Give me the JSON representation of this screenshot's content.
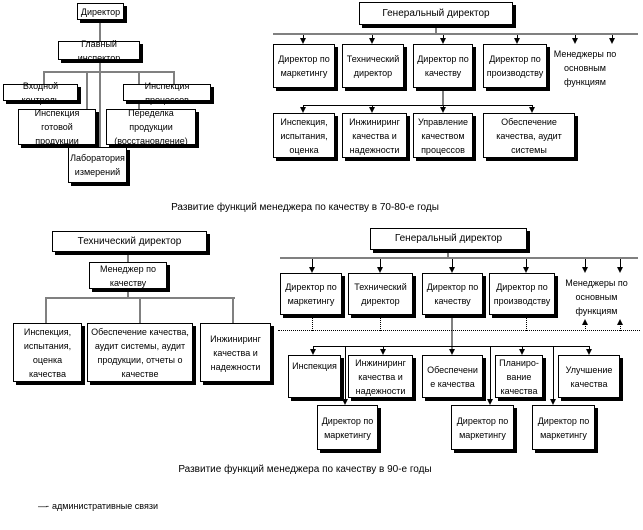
{
  "figure1": {
    "caption": "Развитие функций менеджера по качеству в 70-80-е годы",
    "left": {
      "director": "Директор",
      "chief_inspector": "Главный инспектор",
      "incoming_control": "Входной контроль",
      "process_inspection": "Инспекция процессов",
      "finished_goods_inspection": "Инспекция готовой\nпродукции",
      "rework": "Переделка продукции\n(восстановление)",
      "measurement_lab": "Лаборатория\nизмерений"
    },
    "right": {
      "general_director": "Генеральный директор",
      "marketing_director": "Директор по\nмаркетингу",
      "technical_director": "Технический\nдиректор",
      "quality_director": "Директор по\nкачеству",
      "production_director": "Директор по\nпроизводству",
      "function_managers": "Менеджеры по\nосновным\nфункциям",
      "inspection_testing": "Инспекция,\nиспытания,\nоценка",
      "quality_engineering": "Инжиниринг\nкачества и\nнадежности",
      "process_quality_mgmt": "Управление\nкачеством\nпроцессов",
      "quality_assurance_audit": "Обеспечение\nкачества, аудит\nсистемы"
    }
  },
  "figure2": {
    "caption": "Развитие функций менеджера по качеству в 90-е годы",
    "left": {
      "technical_director": "Технический директор",
      "quality_manager": "Менеджер по\nкачеству",
      "inspection_testing": "Инспекция,\nиспытания,\nоценка\nкачества",
      "assurance_audits_reports": "Обеспечение качества,\nаудит системы, аудит\nпродукции, отчеты о\nкачестве",
      "quality_engineering": "Инжиниринг\nкачества и\nнадежности"
    },
    "right": {
      "general_director": "Генеральный директор",
      "marketing_director": "Директор по\nмаркетингу",
      "technical_director": "Технический\nдиректор",
      "quality_director": "Директор по\nкачеству",
      "production_director": "Директор по\nпроизводству",
      "function_managers": "Менеджеры по\nосновным\nфункциям",
      "inspection": "Инспекция",
      "quality_engineering": "Инжиниринг\nкачества и\nнадежности",
      "quality_assurance": "Обеспечени\nе качества",
      "quality_planning": "Планиро-\nвание\nкачества",
      "quality_improvement": "Улучшение\nкачества",
      "marketing_director_sub1": "Директор по\nмаркетингу",
      "marketing_director_sub2": "Директор по\nмаркетингу",
      "marketing_director_sub3": "Директор по\nмаркетингу"
    }
  },
  "legend": {
    "dash": "—-",
    "label": "административные связи"
  },
  "colors": {
    "background": "#ffffff",
    "box_border": "#000000",
    "box_shadow": "#000000",
    "connector_gray": "#808080",
    "connector_black": "#000000",
    "text": "#000000"
  }
}
